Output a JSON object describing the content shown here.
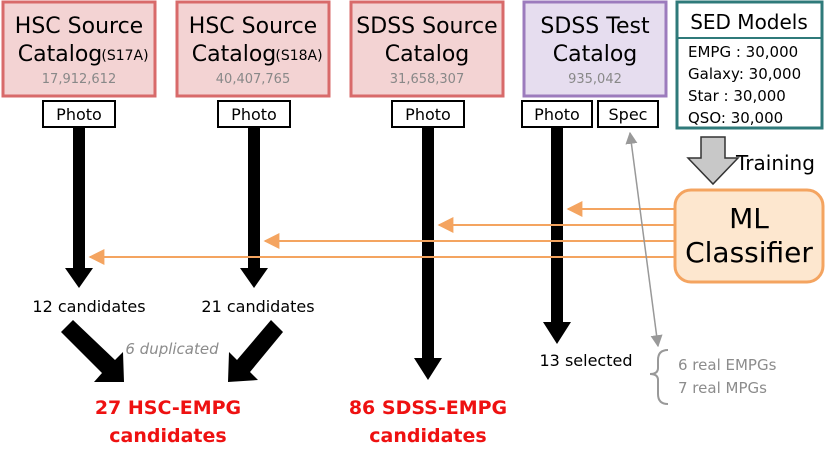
{
  "catalogs": [
    {
      "line1": "HSC Source",
      "line2": "Catalog",
      "suffix": "(S17A)",
      "count": "17,912,612",
      "border": "#d86a6a",
      "fill": "#f3d3d3"
    },
    {
      "line1": "HSC Source",
      "line2": "Catalog",
      "suffix": "(S18A)",
      "count": "40,407,765",
      "border": "#d86a6a",
      "fill": "#f3d3d3"
    },
    {
      "line1": "SDSS Source",
      "line2": "Catalog",
      "suffix": "",
      "count": "31,658,307",
      "border": "#d86a6a",
      "fill": "#f3d3d3"
    },
    {
      "line1": "SDSS Test",
      "line2": "Catalog",
      "suffix": "",
      "count": "935,042",
      "border": "#9c7bbd",
      "fill": "#e6ddef"
    }
  ],
  "sed_models": {
    "title": "SED Models",
    "items": [
      "EMPG : 30,000",
      "Galaxy: 30,000",
      "Star : 30,000",
      "QSO: 30,000"
    ],
    "border": "#2f7a7a"
  },
  "tags": {
    "photo": "Photo",
    "spec": "Spec"
  },
  "training_label": "Training",
  "classifier": {
    "line1": "ML",
    "line2": "Classifier",
    "border": "#f4a460",
    "fill": "#fde7cf"
  },
  "results": {
    "hsc_s17a_candidates": "12 candidates",
    "hsc_s18a_candidates": "21 candidates",
    "duplicated_note": "6 duplicated",
    "sdss_selected": "13 selected",
    "real_empgs": "6 real EMPGs",
    "real_mpgs": "7 real MPGs"
  },
  "outputs": {
    "hsc": {
      "line1": "27 HSC-EMPG",
      "line2": "candidates"
    },
    "sdss": {
      "line1": "86 SDSS-EMPG",
      "line2": "candidates"
    }
  },
  "colors": {
    "accent_red": "#ee1111",
    "arrow_orange": "#f4a460",
    "gray": "#999999"
  }
}
